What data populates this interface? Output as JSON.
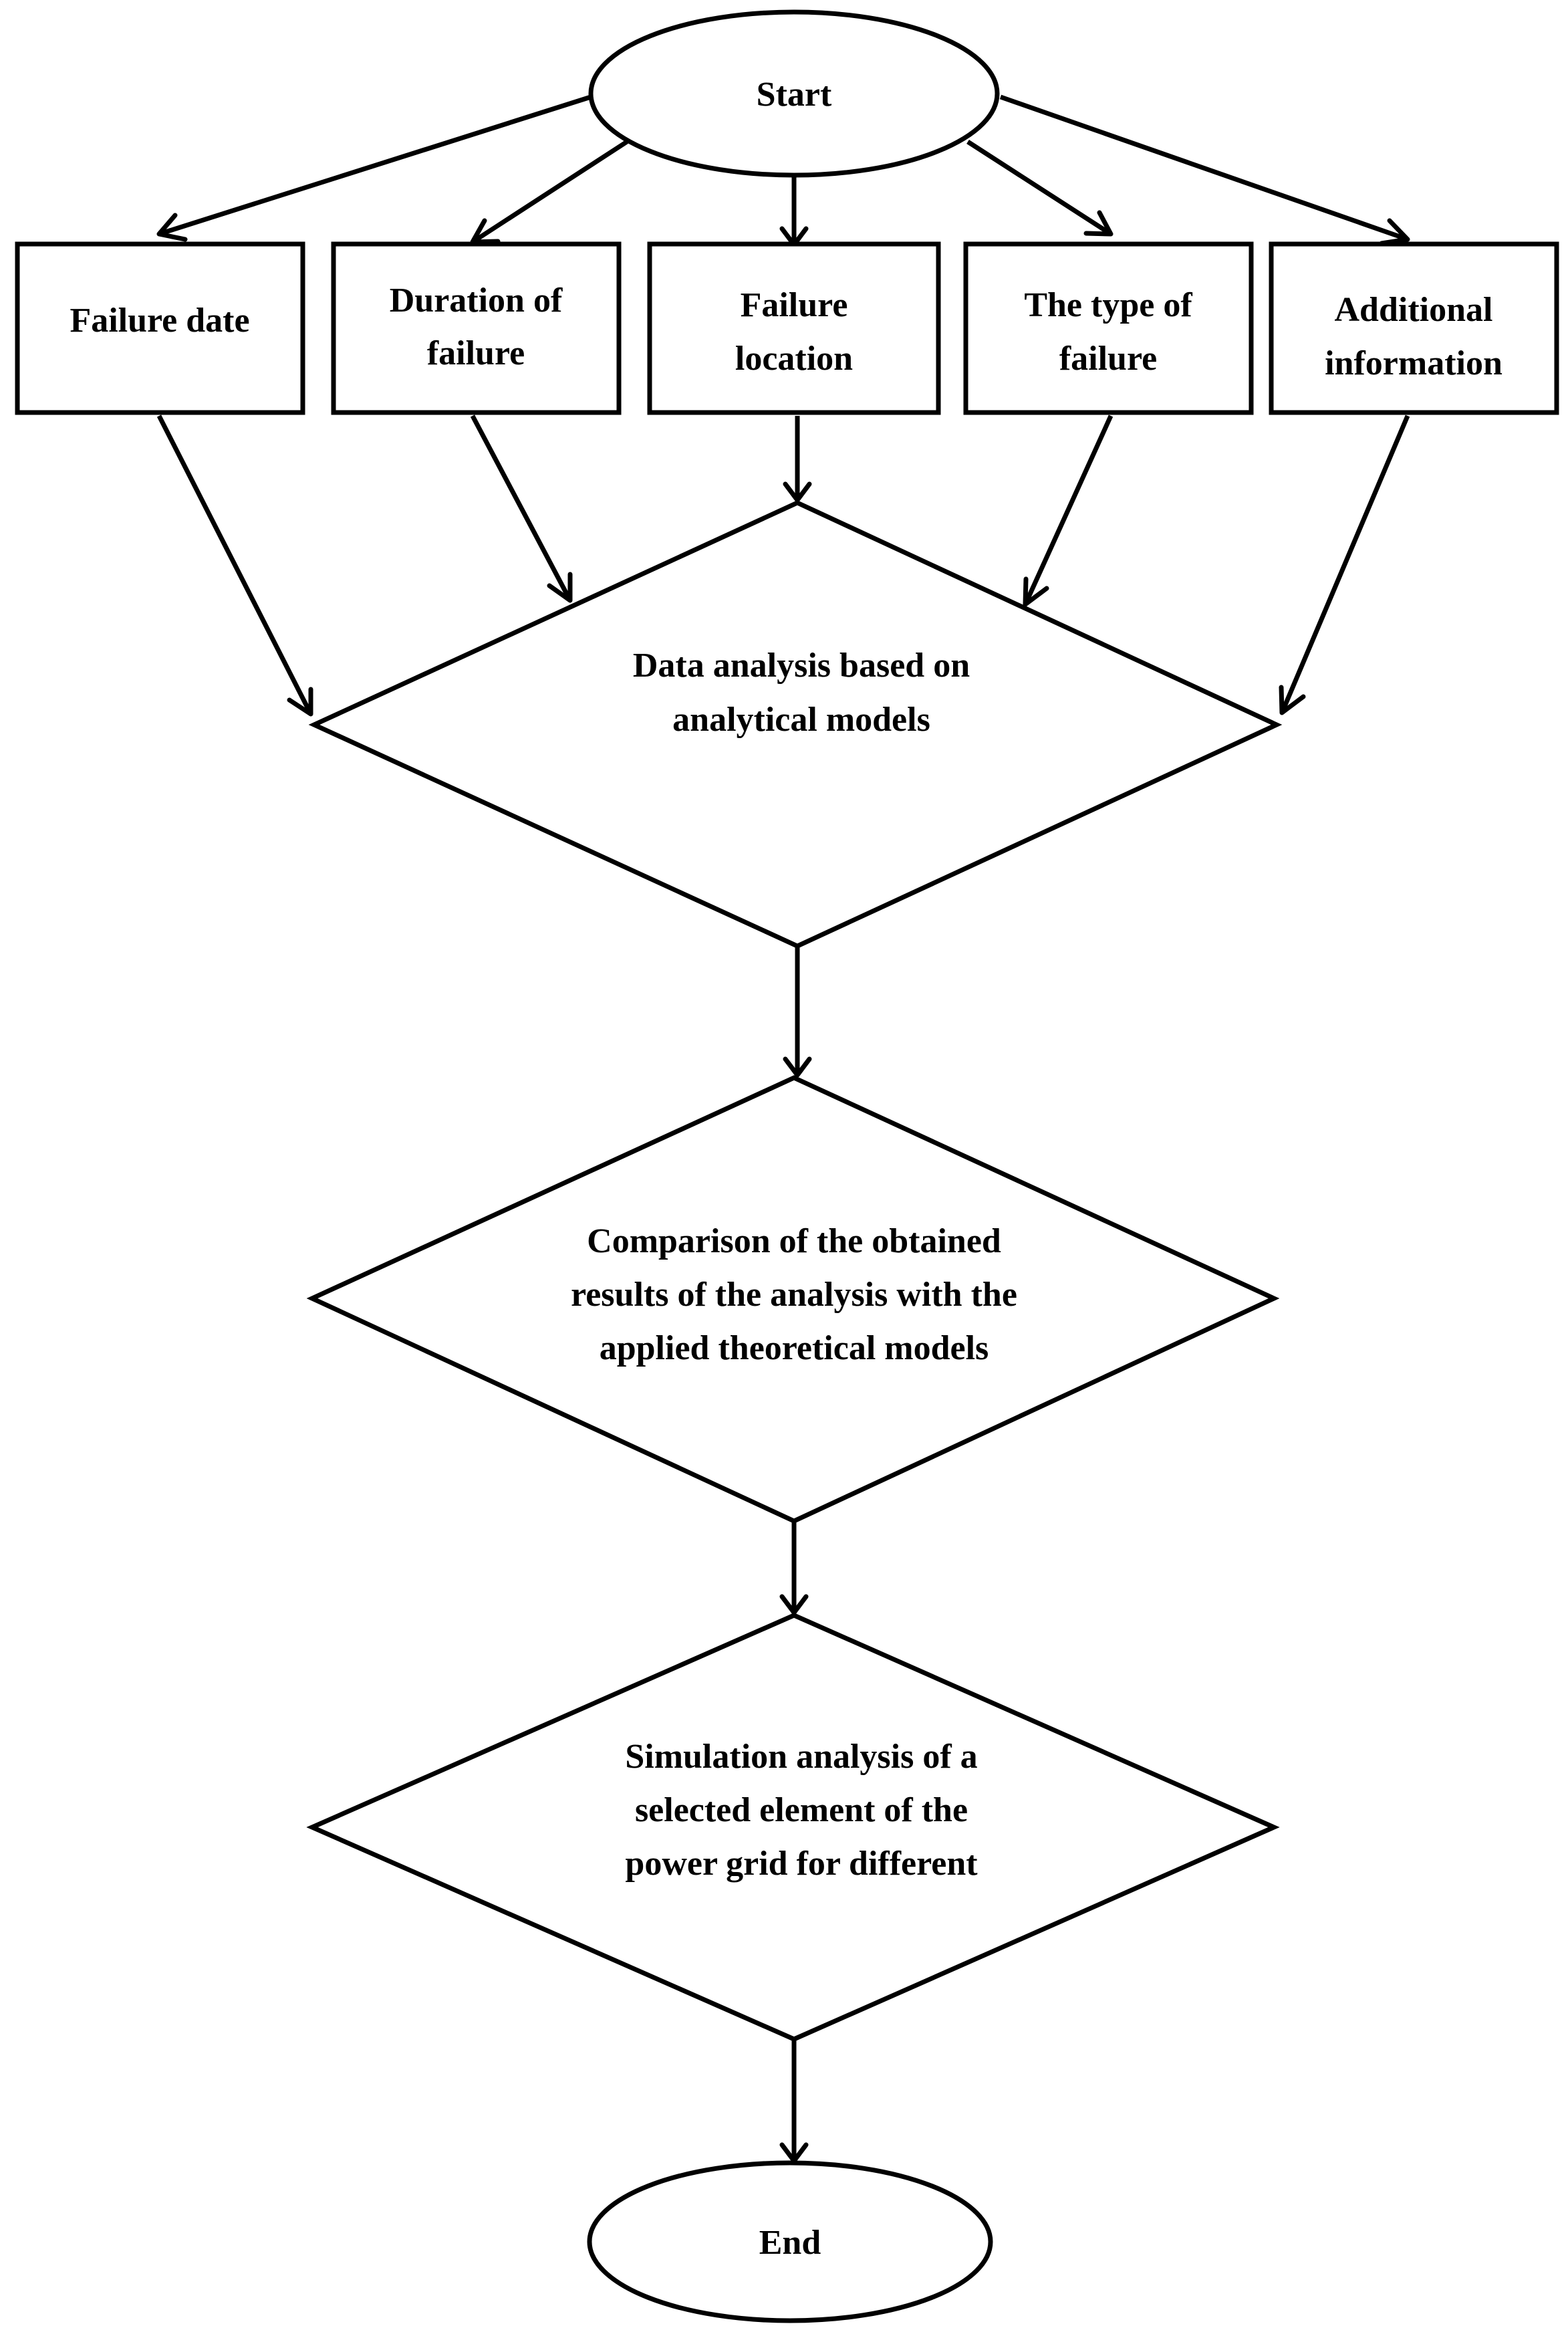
{
  "flowchart": {
    "start": {
      "label": "Start"
    },
    "inputs": [
      {
        "id": "failure-date",
        "lines": [
          "Failure date"
        ]
      },
      {
        "id": "duration-of-failure",
        "lines": [
          "Duration of",
          "failure"
        ]
      },
      {
        "id": "failure-location",
        "lines": [
          "Failure",
          "location"
        ]
      },
      {
        "id": "type-of-failure",
        "lines": [
          "The type of",
          "failure"
        ]
      },
      {
        "id": "additional-information",
        "lines": [
          "Additional",
          "information"
        ]
      }
    ],
    "decisions": [
      {
        "id": "data-analysis",
        "lines": [
          "Data analysis based on",
          "analytical models"
        ]
      },
      {
        "id": "comparison",
        "lines": [
          "Comparison of the obtained",
          "results of the analysis with the",
          "applied theoretical models"
        ]
      },
      {
        "id": "simulation-analysis",
        "lines": [
          "Simulation analysis of a",
          "selected element of the",
          "power grid for different"
        ]
      }
    ],
    "end": {
      "label": "End"
    },
    "colors": {
      "stroke": "#000000",
      "fill": "#ffffff",
      "text": "#000000"
    }
  }
}
